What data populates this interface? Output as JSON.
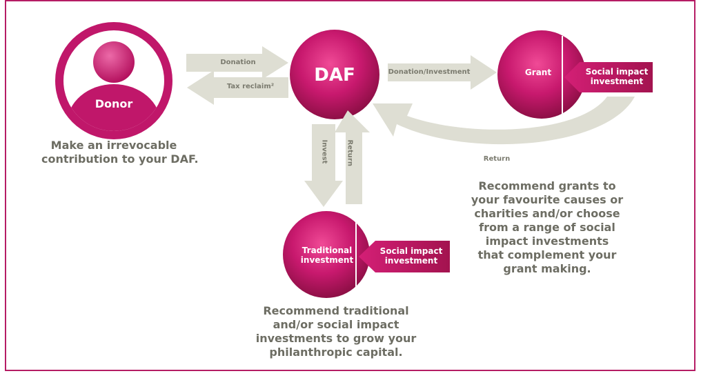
{
  "nodes": {
    "donor": "Donor",
    "daf": "DAF",
    "grant": "Grant",
    "traditional": [
      "Traditional",
      "investment"
    ],
    "social_impact_right": [
      "Social impact",
      "investment"
    ],
    "social_impact_bottom": [
      "Social impact",
      "investment"
    ]
  },
  "arrows": {
    "donation": "Donation",
    "tax_reclaim": "Tax reclaim²",
    "donation_investment": "Donation/Investment",
    "return_right": "Return",
    "invest": "Invest",
    "return_up": "Return"
  },
  "captions": {
    "donor": [
      "Make an irrevocable",
      "contribution to your DAF."
    ],
    "grant": [
      "Recommend grants to",
      "your favourite causes or",
      "charities and/or choose",
      "from a range of social",
      "impact investments",
      "that complement your",
      "grant making."
    ],
    "investment": [
      "Recommend traditional",
      "and/or social impact",
      "investments to grow your",
      "philanthropic capital."
    ]
  },
  "colors": {
    "magenta": "#c0176a",
    "magenta_dark": "#a3134f",
    "arrow_grey": "#deded3",
    "frame": "#b51c64",
    "caption_text": "#6d6d63"
  }
}
